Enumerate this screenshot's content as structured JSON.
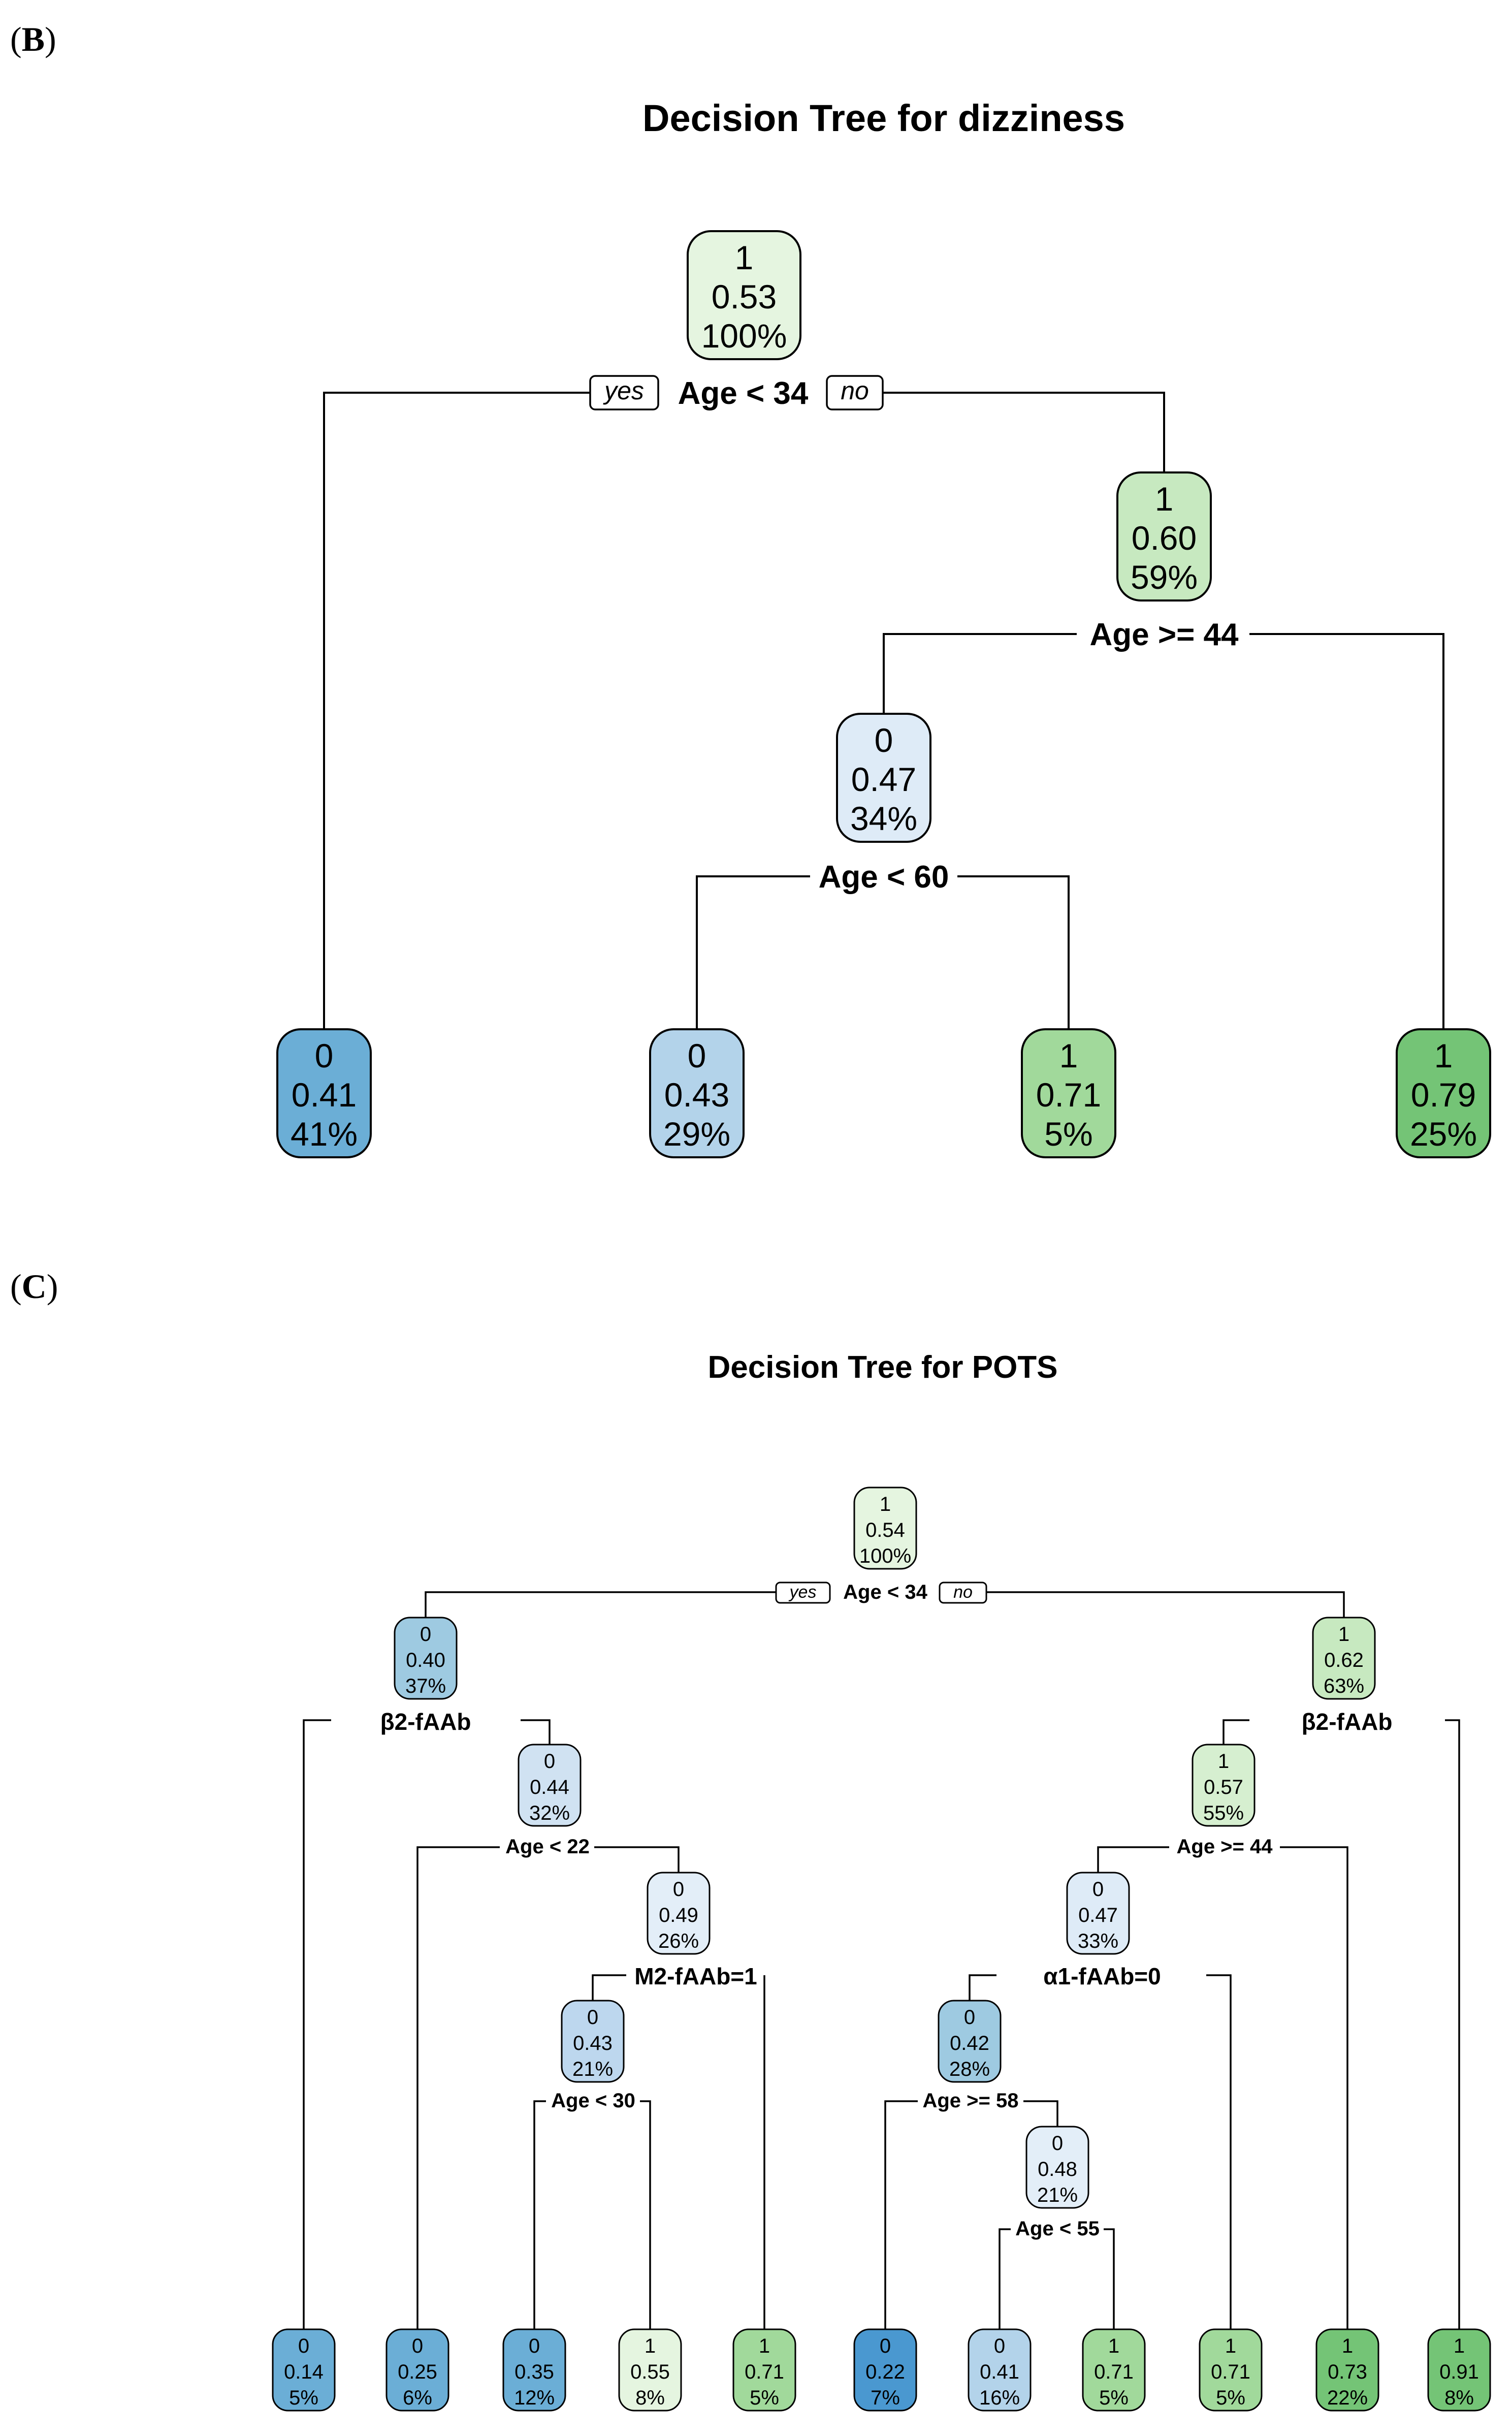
{
  "panel_b": {
    "label_open": "(",
    "label_letter": "B",
    "label_close": ")",
    "title": "Decision Tree for dizziness",
    "split_labels": [
      "Age < 34",
      "Age >= 44",
      "Age < 60"
    ],
    "yes_label": "yes",
    "no_label": "no",
    "nodes": [
      {
        "cls": "1",
        "prob": "0.53",
        "pct": "100%",
        "color": "#e5f5e0"
      },
      {
        "cls": "1",
        "prob": "0.60",
        "pct": "59%",
        "color": "#c7e9c0"
      },
      {
        "cls": "0",
        "prob": "0.47",
        "pct": "34%",
        "color": "#deebf7"
      },
      {
        "cls": "0",
        "prob": "0.41",
        "pct": "41%",
        "color": "#6baed6"
      },
      {
        "cls": "0",
        "prob": "0.43",
        "pct": "29%",
        "color": "#b3d3ea"
      },
      {
        "cls": "1",
        "prob": "0.71",
        "pct": "5%",
        "color": "#a1d99b"
      },
      {
        "cls": "1",
        "prob": "0.79",
        "pct": "25%",
        "color": "#74c476"
      }
    ]
  },
  "panel_c": {
    "label_open": "(",
    "label_letter": "C",
    "label_close": ")",
    "title": "Decision Tree for POTS",
    "split_labels": [
      "Age < 34",
      "β2-fAAb",
      "β2-fAAb",
      "Age < 22",
      "Age >= 44",
      "M2-fAAb=1",
      "α1-fAAb=0",
      "Age < 30",
      "Age >= 58",
      "Age < 55"
    ],
    "yes_label": "yes",
    "no_label": "no",
    "nodes": [
      {
        "cls": "1",
        "prob": "0.54",
        "pct": "100%",
        "color": "#e5f5e0"
      },
      {
        "cls": "0",
        "prob": "0.40",
        "pct": "37%",
        "color": "#9ecae1"
      },
      {
        "cls": "1",
        "prob": "0.62",
        "pct": "63%",
        "color": "#c7e9c0"
      },
      {
        "cls": "0",
        "prob": "0.44",
        "pct": "32%",
        "color": "#d0e2f2"
      },
      {
        "cls": "1",
        "prob": "0.57",
        "pct": "55%",
        "color": "#d6efd0"
      },
      {
        "cls": "0",
        "prob": "0.49",
        "pct": "26%",
        "color": "#e3eef8"
      },
      {
        "cls": "0",
        "prob": "0.47",
        "pct": "33%",
        "color": "#deebf7"
      },
      {
        "cls": "0",
        "prob": "0.43",
        "pct": "21%",
        "color": "#bdd7ee"
      },
      {
        "cls": "0",
        "prob": "0.42",
        "pct": "28%",
        "color": "#9ecae1"
      },
      {
        "cls": "0",
        "prob": "0.48",
        "pct": "21%",
        "color": "#e3eef8"
      },
      {
        "cls": "0",
        "prob": "0.14",
        "pct": "5%",
        "color": "#6baed6"
      },
      {
        "cls": "0",
        "prob": "0.25",
        "pct": "6%",
        "color": "#6baed6"
      },
      {
        "cls": "0",
        "prob": "0.35",
        "pct": "12%",
        "color": "#6baed6"
      },
      {
        "cls": "1",
        "prob": "0.55",
        "pct": "8%",
        "color": "#e5f5e0"
      },
      {
        "cls": "1",
        "prob": "0.71",
        "pct": "5%",
        "color": "#a1d99b"
      },
      {
        "cls": "0",
        "prob": "0.22",
        "pct": "7%",
        "color": "#4a98d0"
      },
      {
        "cls": "0",
        "prob": "0.41",
        "pct": "16%",
        "color": "#b3d3ea"
      },
      {
        "cls": "1",
        "prob": "0.71",
        "pct": "5%",
        "color": "#a1d99b"
      },
      {
        "cls": "1",
        "prob": "0.71",
        "pct": "5%",
        "color": "#a1d99b"
      },
      {
        "cls": "1",
        "prob": "0.73",
        "pct": "22%",
        "color": "#74c476"
      },
      {
        "cls": "1",
        "prob": "0.91",
        "pct": "8%",
        "color": "#74c476"
      }
    ]
  }
}
